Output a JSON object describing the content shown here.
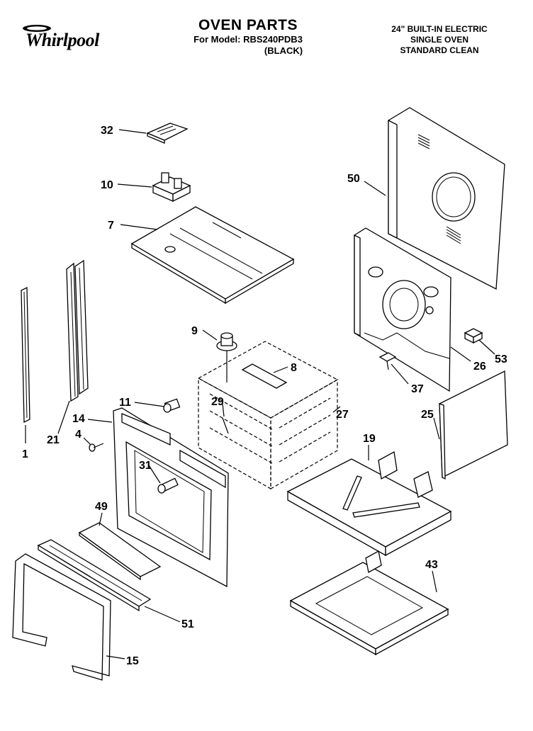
{
  "header": {
    "brand": "Whirlpool",
    "title": "OVEN PARTS",
    "model_line": "For Model: RBS240PDB3",
    "color_line": "(BLACK)",
    "spec_lines": [
      "24\" BUILT-IN ELECTRIC",
      "SINGLE OVEN",
      "STANDARD CLEAN"
    ]
  },
  "callouts": [
    {
      "id": "32",
      "label": "32"
    },
    {
      "id": "10",
      "label": "10"
    },
    {
      "id": "7",
      "label": "7"
    },
    {
      "id": "50",
      "label": "50"
    },
    {
      "id": "9",
      "label": "9"
    },
    {
      "id": "8",
      "label": "8"
    },
    {
      "id": "53",
      "label": "53"
    },
    {
      "id": "26",
      "label": "26"
    },
    {
      "id": "37",
      "label": "37"
    },
    {
      "id": "11",
      "label": "11"
    },
    {
      "id": "29",
      "label": "29"
    },
    {
      "id": "27",
      "label": "27"
    },
    {
      "id": "25",
      "label": "25"
    },
    {
      "id": "14",
      "label": "14"
    },
    {
      "id": "4",
      "label": "4"
    },
    {
      "id": "21",
      "label": "21"
    },
    {
      "id": "1",
      "label": "1"
    },
    {
      "id": "19",
      "label": "19"
    },
    {
      "id": "31",
      "label": "31"
    },
    {
      "id": "49",
      "label": "49"
    },
    {
      "id": "43",
      "label": "43"
    },
    {
      "id": "51",
      "label": "51"
    },
    {
      "id": "15",
      "label": "15"
    }
  ]
}
